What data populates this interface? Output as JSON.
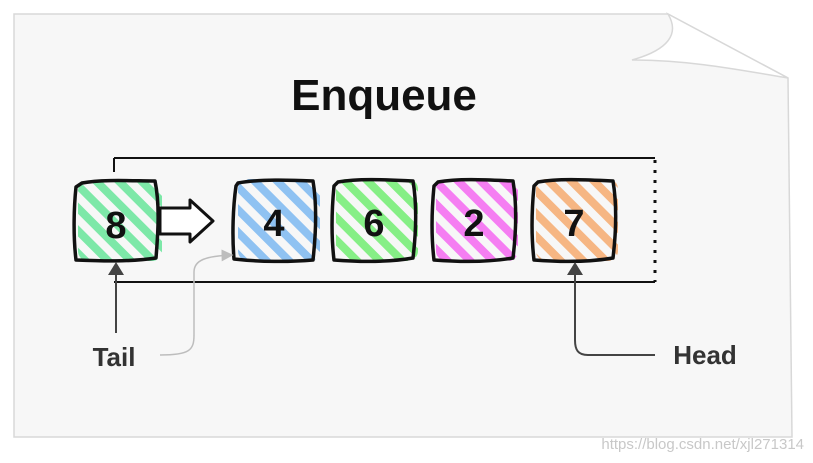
{
  "title": "Enqueue",
  "incoming": {
    "value": "8",
    "color": "#7de8a8"
  },
  "queue": [
    {
      "value": "4",
      "color": "#8fc2f2"
    },
    {
      "value": "6",
      "color": "#86ef86"
    },
    {
      "value": "2",
      "color": "#f57ef2"
    },
    {
      "value": "7",
      "color": "#f6b683"
    }
  ],
  "labels": {
    "tail": "Tail",
    "head": "Head"
  },
  "watermark": "https://blog.csdn.net/xjl271314",
  "colors": {
    "paper": "#f7f7f7",
    "paper_border": "#d8d8d8",
    "ink": "#111111",
    "pointer": "#444444",
    "faint": "#bdbdbd"
  }
}
